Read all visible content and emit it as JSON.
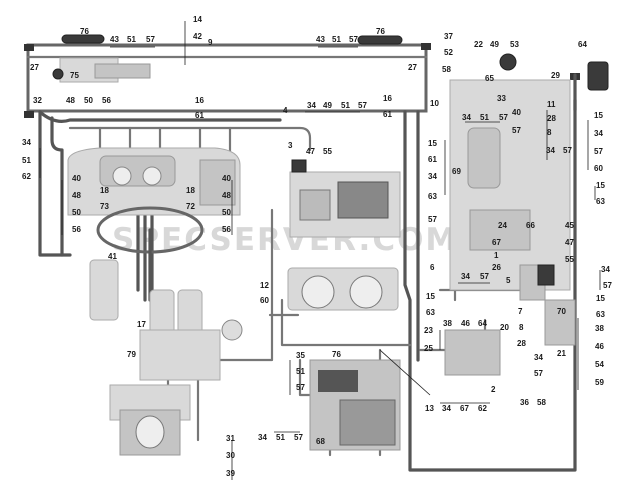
{
  "watermark": "SPECSERVER.COM",
  "labels": [
    {
      "id": "l-14",
      "text": "14"
    },
    {
      "id": "l-42",
      "text": "42"
    },
    {
      "id": "l-9",
      "text": "9"
    },
    {
      "id": "l-76a",
      "text": "76"
    },
    {
      "id": "l-43a",
      "text": "43"
    },
    {
      "id": "l-51a",
      "text": "51"
    },
    {
      "id": "l-57a",
      "text": "57"
    },
    {
      "id": "l-27a",
      "text": "27"
    },
    {
      "id": "l-75",
      "text": "75"
    },
    {
      "id": "l-48a",
      "text": "48"
    },
    {
      "id": "l-50a",
      "text": "50"
    },
    {
      "id": "l-56a",
      "text": "56"
    },
    {
      "id": "l-32",
      "text": "32"
    },
    {
      "id": "l-34a",
      "text": "34"
    },
    {
      "id": "l-51b",
      "text": "51"
    },
    {
      "id": "l-62a",
      "text": "62"
    },
    {
      "id": "l-16a",
      "text": "16"
    },
    {
      "id": "l-61a",
      "text": "61"
    },
    {
      "id": "l-4",
      "text": "4"
    },
    {
      "id": "l-3",
      "text": "3"
    },
    {
      "id": "l-43b",
      "text": "43"
    },
    {
      "id": "l-51c",
      "text": "51"
    },
    {
      "id": "l-57b",
      "text": "57"
    },
    {
      "id": "l-76b",
      "text": "76"
    },
    {
      "id": "l-27b",
      "text": "27"
    },
    {
      "id": "l-34b",
      "text": "34"
    },
    {
      "id": "l-49a",
      "text": "49"
    },
    {
      "id": "l-51d",
      "text": "51"
    },
    {
      "id": "l-57c",
      "text": "57"
    },
    {
      "id": "l-16b",
      "text": "16"
    },
    {
      "id": "l-61b",
      "text": "61"
    },
    {
      "id": "l-47a",
      "text": "47"
    },
    {
      "id": "l-55a",
      "text": "55"
    },
    {
      "id": "l-37",
      "text": "37"
    },
    {
      "id": "l-52",
      "text": "52"
    },
    {
      "id": "l-58a",
      "text": "58"
    },
    {
      "id": "l-22",
      "text": "22"
    },
    {
      "id": "l-49b",
      "text": "49"
    },
    {
      "id": "l-53",
      "text": "53"
    },
    {
      "id": "l-65",
      "text": "65"
    },
    {
      "id": "l-33",
      "text": "33"
    },
    {
      "id": "l-64",
      "text": "64"
    },
    {
      "id": "l-29",
      "text": "29"
    },
    {
      "id": "l-10",
      "text": "10"
    },
    {
      "id": "l-34c",
      "text": "34"
    },
    {
      "id": "l-51e",
      "text": "51"
    },
    {
      "id": "l-57d",
      "text": "57"
    },
    {
      "id": "l-40a",
      "text": "40"
    },
    {
      "id": "l-57e",
      "text": "57"
    },
    {
      "id": "l-11",
      "text": "11"
    },
    {
      "id": "l-28a",
      "text": "28"
    },
    {
      "id": "l-8a",
      "text": "8"
    },
    {
      "id": "l-34d",
      "text": "34"
    },
    {
      "id": "l-57f",
      "text": "57"
    },
    {
      "id": "l-15a",
      "text": "15"
    },
    {
      "id": "l-34e",
      "text": "34"
    },
    {
      "id": "l-57g",
      "text": "57"
    },
    {
      "id": "l-60a",
      "text": "60"
    },
    {
      "id": "l-15b",
      "text": "15"
    },
    {
      "id": "l-61c",
      "text": "61"
    },
    {
      "id": "l-34f",
      "text": "34"
    },
    {
      "id": "l-69",
      "text": "69"
    },
    {
      "id": "l-63a",
      "text": "63"
    },
    {
      "id": "l-57h",
      "text": "57"
    },
    {
      "id": "l-15c",
      "text": "15"
    },
    {
      "id": "l-63b",
      "text": "63"
    },
    {
      "id": "l-40b",
      "text": "40"
    },
    {
      "id": "l-48b",
      "text": "48"
    },
    {
      "id": "l-50b",
      "text": "50"
    },
    {
      "id": "l-56b",
      "text": "56"
    },
    {
      "id": "l-18a",
      "text": "18"
    },
    {
      "id": "l-73",
      "text": "73"
    },
    {
      "id": "l-18b",
      "text": "18"
    },
    {
      "id": "l-72",
      "text": "72"
    },
    {
      "id": "l-40c",
      "text": "40"
    },
    {
      "id": "l-48c",
      "text": "48"
    },
    {
      "id": "l-50c",
      "text": "50"
    },
    {
      "id": "l-56c",
      "text": "56"
    },
    {
      "id": "l-41",
      "text": "41"
    },
    {
      "id": "l-17",
      "text": "17"
    },
    {
      "id": "l-79",
      "text": "79"
    },
    {
      "id": "l-24",
      "text": "24"
    },
    {
      "id": "l-66",
      "text": "66"
    },
    {
      "id": "l-67",
      "text": "67"
    },
    {
      "id": "l-1",
      "text": "1"
    },
    {
      "id": "l-26",
      "text": "26"
    },
    {
      "id": "l-45",
      "text": "45"
    },
    {
      "id": "l-47b",
      "text": "47"
    },
    {
      "id": "l-55b",
      "text": "55"
    },
    {
      "id": "l-6",
      "text": "6"
    },
    {
      "id": "l-34g",
      "text": "34"
    },
    {
      "id": "l-57i",
      "text": "57"
    },
    {
      "id": "l-5",
      "text": "5"
    },
    {
      "id": "l-7",
      "text": "7"
    },
    {
      "id": "l-70",
      "text": "70"
    },
    {
      "id": "l-34h",
      "text": "34"
    },
    {
      "id": "l-57j",
      "text": "57"
    },
    {
      "id": "l-15d",
      "text": "15"
    },
    {
      "id": "l-63c",
      "text": "63"
    },
    {
      "id": "l-15e",
      "text": "15"
    },
    {
      "id": "l-63d",
      "text": "63"
    },
    {
      "id": "l-12",
      "text": "12"
    },
    {
      "id": "l-60b",
      "text": "60"
    },
    {
      "id": "l-23",
      "text": "23"
    },
    {
      "id": "l-38a",
      "text": "38"
    },
    {
      "id": "l-46a",
      "text": "46"
    },
    {
      "id": "l-64b",
      "text": "64"
    },
    {
      "id": "l-20",
      "text": "20"
    },
    {
      "id": "l-25",
      "text": "25"
    },
    {
      "id": "l-8b",
      "text": "8"
    },
    {
      "id": "l-28b",
      "text": "28"
    },
    {
      "id": "l-21",
      "text": "21"
    },
    {
      "id": "l-38b",
      "text": "38"
    },
    {
      "id": "l-46b",
      "text": "46"
    },
    {
      "id": "l-54",
      "text": "54"
    },
    {
      "id": "l-59",
      "text": "59"
    },
    {
      "id": "l-34i",
      "text": "34"
    },
    {
      "id": "l-57k",
      "text": "57"
    },
    {
      "id": "l-2",
      "text": "2"
    },
    {
      "id": "l-36",
      "text": "36"
    },
    {
      "id": "l-58b",
      "text": "58"
    },
    {
      "id": "l-35",
      "text": "35"
    },
    {
      "id": "l-76c",
      "text": "76"
    },
    {
      "id": "l-51f",
      "text": "51"
    },
    {
      "id": "l-57l",
      "text": "57"
    },
    {
      "id": "l-13",
      "text": "13"
    },
    {
      "id": "l-34j",
      "text": "34"
    },
    {
      "id": "l-67b",
      "text": "67"
    },
    {
      "id": "l-62b",
      "text": "62"
    },
    {
      "id": "l-34k",
      "text": "34"
    },
    {
      "id": "l-51g",
      "text": "51"
    },
    {
      "id": "l-57m",
      "text": "57"
    },
    {
      "id": "l-68",
      "text": "68"
    },
    {
      "id": "l-31",
      "text": "31"
    },
    {
      "id": "l-30",
      "text": "30"
    },
    {
      "id": "l-39",
      "text": "39"
    }
  ]
}
